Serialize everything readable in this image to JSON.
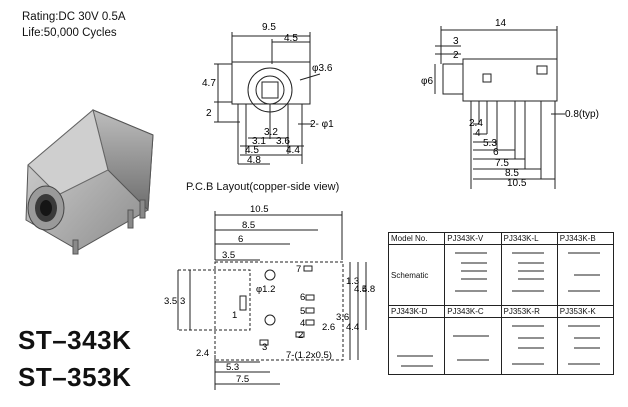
{
  "specs": {
    "rating": "Rating:DC 30V 0.5A",
    "life": "Life:50,000 Cycles"
  },
  "models": {
    "line1": "ST–343K",
    "line2": "ST–353K"
  },
  "pcb_title": "P.C.B Layout(copper-side view)",
  "front_view": {
    "dim_top_outer": "9.5",
    "dim_top_inner": "4.5",
    "dia_top": "φ3.6",
    "dim_left_upper": "4.7",
    "dim_left_lower": "2",
    "dim_b1": "3.2",
    "dim_b2": "3.1",
    "dim_b3": "3.6",
    "dim_b4": "4.5",
    "dim_b5": "4.4",
    "dim_b6": "4.8",
    "pin_dia": "2- φ1"
  },
  "side_view": {
    "dim_top": "14",
    "dim_3": "3",
    "dim_2": "2",
    "dia6": "φ6",
    "pin_typ": "0.8(typ)",
    "d1": "2.4",
    "d2": "4",
    "d3": "5.3",
    "d4": "6",
    "d5": "7.5",
    "d6": "8.5",
    "d7": "10.5"
  },
  "pcb": {
    "t1": "10.5",
    "t2": "8.5",
    "t3": "6",
    "t4": "3.5",
    "l1": "3.5",
    "l2": "3",
    "dia12": "φ1.2",
    "r1": "1.3",
    "r2": "4.5",
    "r3": "4.8",
    "r4": "3.6",
    "r5": "2.6",
    "r6": "4.4",
    "slots": "7-(1.2x0.5)",
    "b1": "2.4",
    "b2": "5.3",
    "b3": "7.5",
    "pins": [
      "1",
      "2",
      "3",
      "4",
      "5",
      "6",
      "7"
    ]
  },
  "table": {
    "header_label": "Model No.",
    "row1_models": [
      "PJ343K-V",
      "PJ343K-L",
      "PJ343K-B"
    ],
    "schematic_label": "Schematic",
    "row2_models": [
      "PJ343K-D",
      "PJ343K-C",
      "PJ353K-R",
      "PJ353K-K"
    ]
  }
}
